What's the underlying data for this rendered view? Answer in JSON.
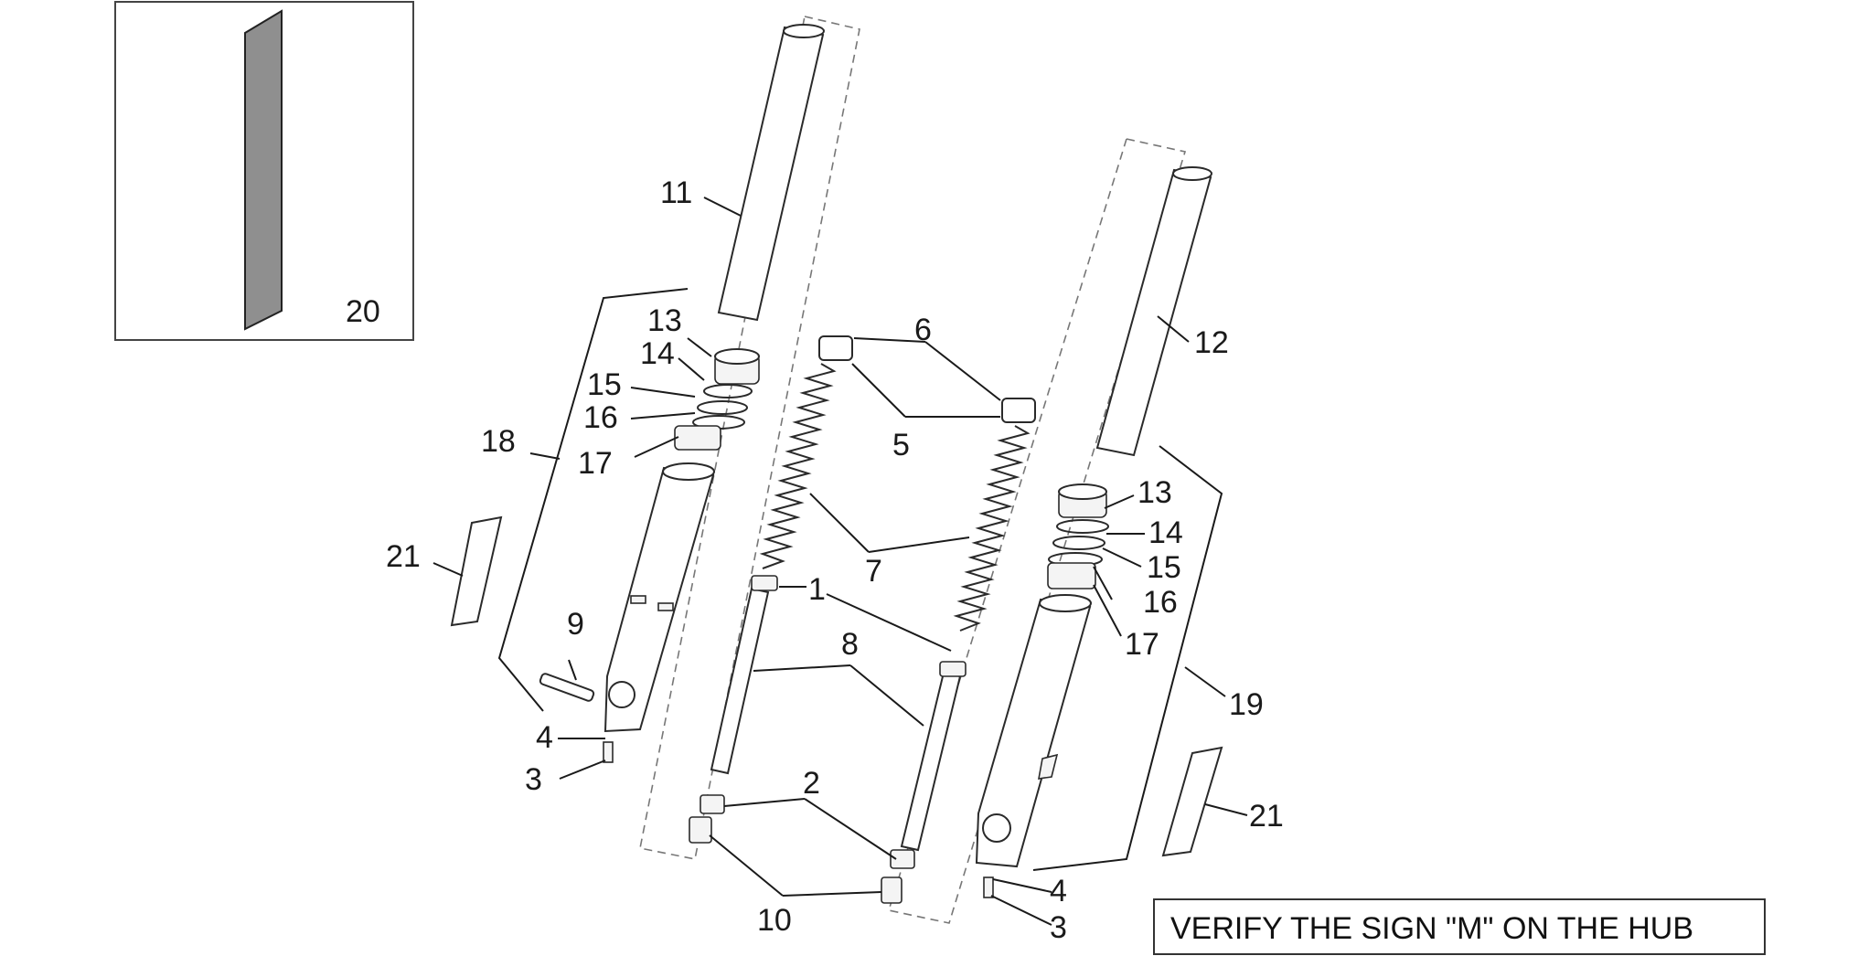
{
  "diagram": {
    "note": "VERIFY THE SIGN \"M\" ON THE HUB",
    "inset": {
      "label": "20"
    },
    "callouts": {
      "c1a": "1",
      "c2a": "2",
      "c3a": "3",
      "c3b": "3",
      "c4a": "4",
      "c4b": "4",
      "c5a": "5",
      "c6a": "6",
      "c7a": "7",
      "c8a": "8",
      "c9a": "9",
      "c10a": "10",
      "c11a": "11",
      "c12a": "12",
      "c13a": "13",
      "c13b": "13",
      "c14a": "14",
      "c14b": "14",
      "c15a": "15",
      "c15b": "15",
      "c16a": "16",
      "c16b": "16",
      "c17a": "17",
      "c17b": "17",
      "c18a": "18",
      "c19a": "19",
      "c21a": "21",
      "c21b": "21"
    }
  }
}
